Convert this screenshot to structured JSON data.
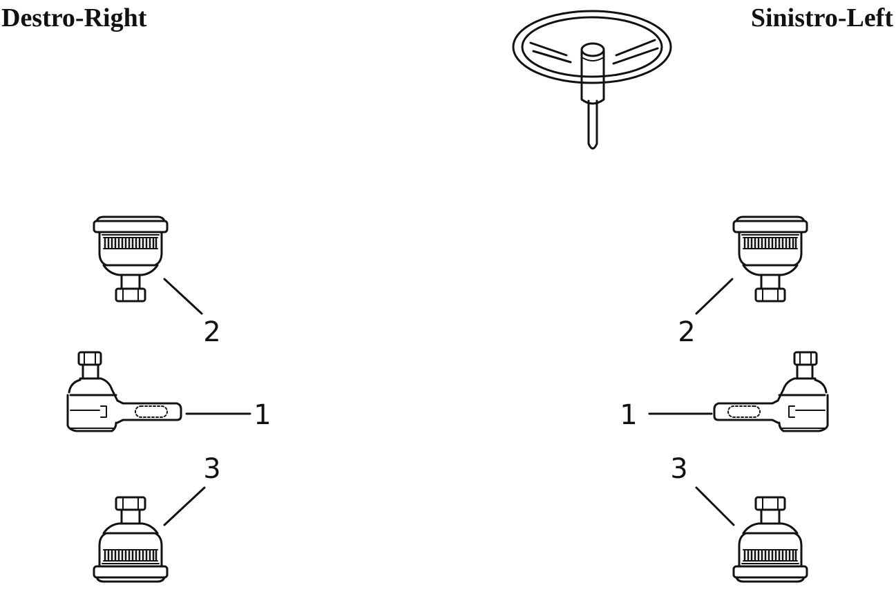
{
  "titles": {
    "right_side": "Destro-Right",
    "left_side": "Sinistro-Left"
  },
  "callouts": {
    "tie_rod_end": "1",
    "upper_ball_joint": "2",
    "lower_ball_joint": "3"
  },
  "icons": [
    "steering-wheel-icon",
    "ball-joint-icon",
    "tie-rod-end-icon"
  ],
  "colors": {
    "ink": "#111111",
    "paper": "#ffffff"
  }
}
